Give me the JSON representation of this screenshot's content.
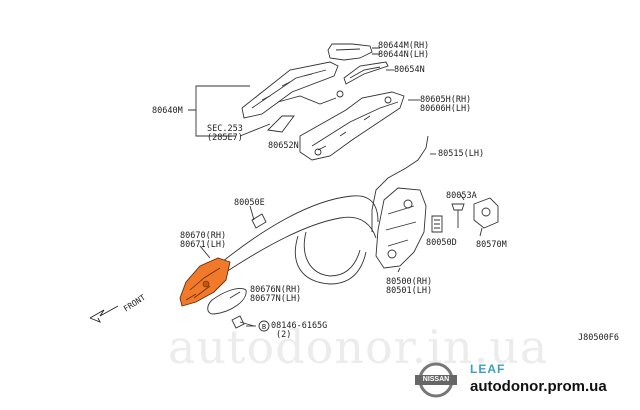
{
  "labels": {
    "p80644m": "80644M(RH)",
    "p80644n": "80644N(LH)",
    "p80654n": "80654N",
    "p80640m": "80640M",
    "p80605h": "80605H(RH)",
    "p80606h": "80606H(LH)",
    "sec253": "SEC.253",
    "sec253ref": "(285E7)",
    "p80652n": "80652N",
    "p80515": "80515(LH)",
    "p80050e": "80050E",
    "p80053a": "80053A",
    "p80670": "80670(RH)",
    "p80671": "80671(LH)",
    "p80050d": "80050D",
    "p80570m": "80570M",
    "p80500": "80500(RH)",
    "p80501": "80501(LH)",
    "p80676n": "80676N(RH)",
    "p80677n": "80677N(LH)",
    "bolt": "08146-6165G",
    "bolt_qty": "(2)",
    "front": "FRONT",
    "diagram_code": "J80500F6"
  },
  "watermark": "autodonor.in.ua",
  "brand": {
    "logo_text": "NISSAN",
    "model": "LEAF",
    "site": "autodonor.prom.ua",
    "model_color": "#3aa0c8"
  },
  "highlight_color": "#f07a2a"
}
